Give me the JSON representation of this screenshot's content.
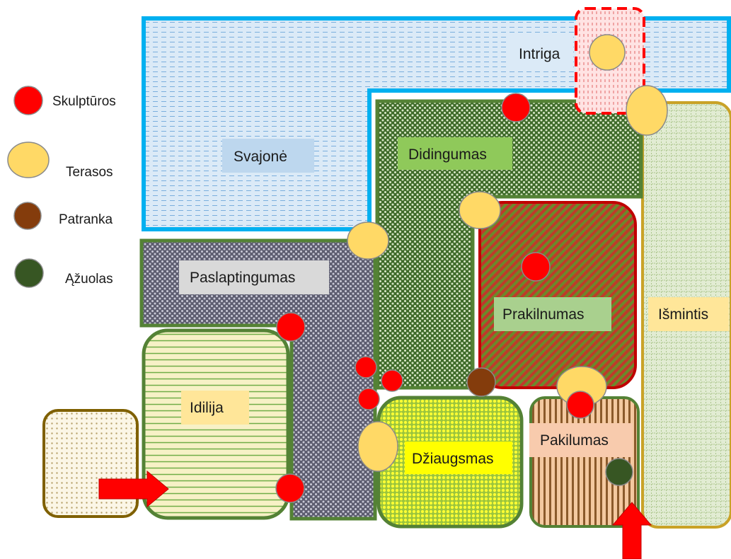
{
  "legend": {
    "sculptures": "Skulptūros",
    "terraces": "Terasos",
    "cannon": "Patranka",
    "oak": "Ąžuolas"
  },
  "zones": {
    "svajone": "Svajonė",
    "intriga": "Intriga",
    "didingumas": "Didingumas",
    "paslaptingumas": "Paslaptingumas",
    "prakilnumas": "Prakilnumas",
    "ismintis": "Išmintis",
    "idilija": "Idilija",
    "dziaugsmas": "Džiaugsmas",
    "pakilumas": "Pakilumas"
  },
  "colors": {
    "sculpture": "#ff0000",
    "terrace": "#ffd966",
    "cannon": "#843c0c",
    "oak": "#375623",
    "zone_border_green": "#548235",
    "water_border": "#00b0f0",
    "entrance_arrow": "#ff0000"
  },
  "icons": {
    "sculpture": "red-circle",
    "terrace": "yellow-oval",
    "cannon": "brown-circle",
    "oak": "dark-green-circle",
    "entrance": "red-arrow"
  }
}
